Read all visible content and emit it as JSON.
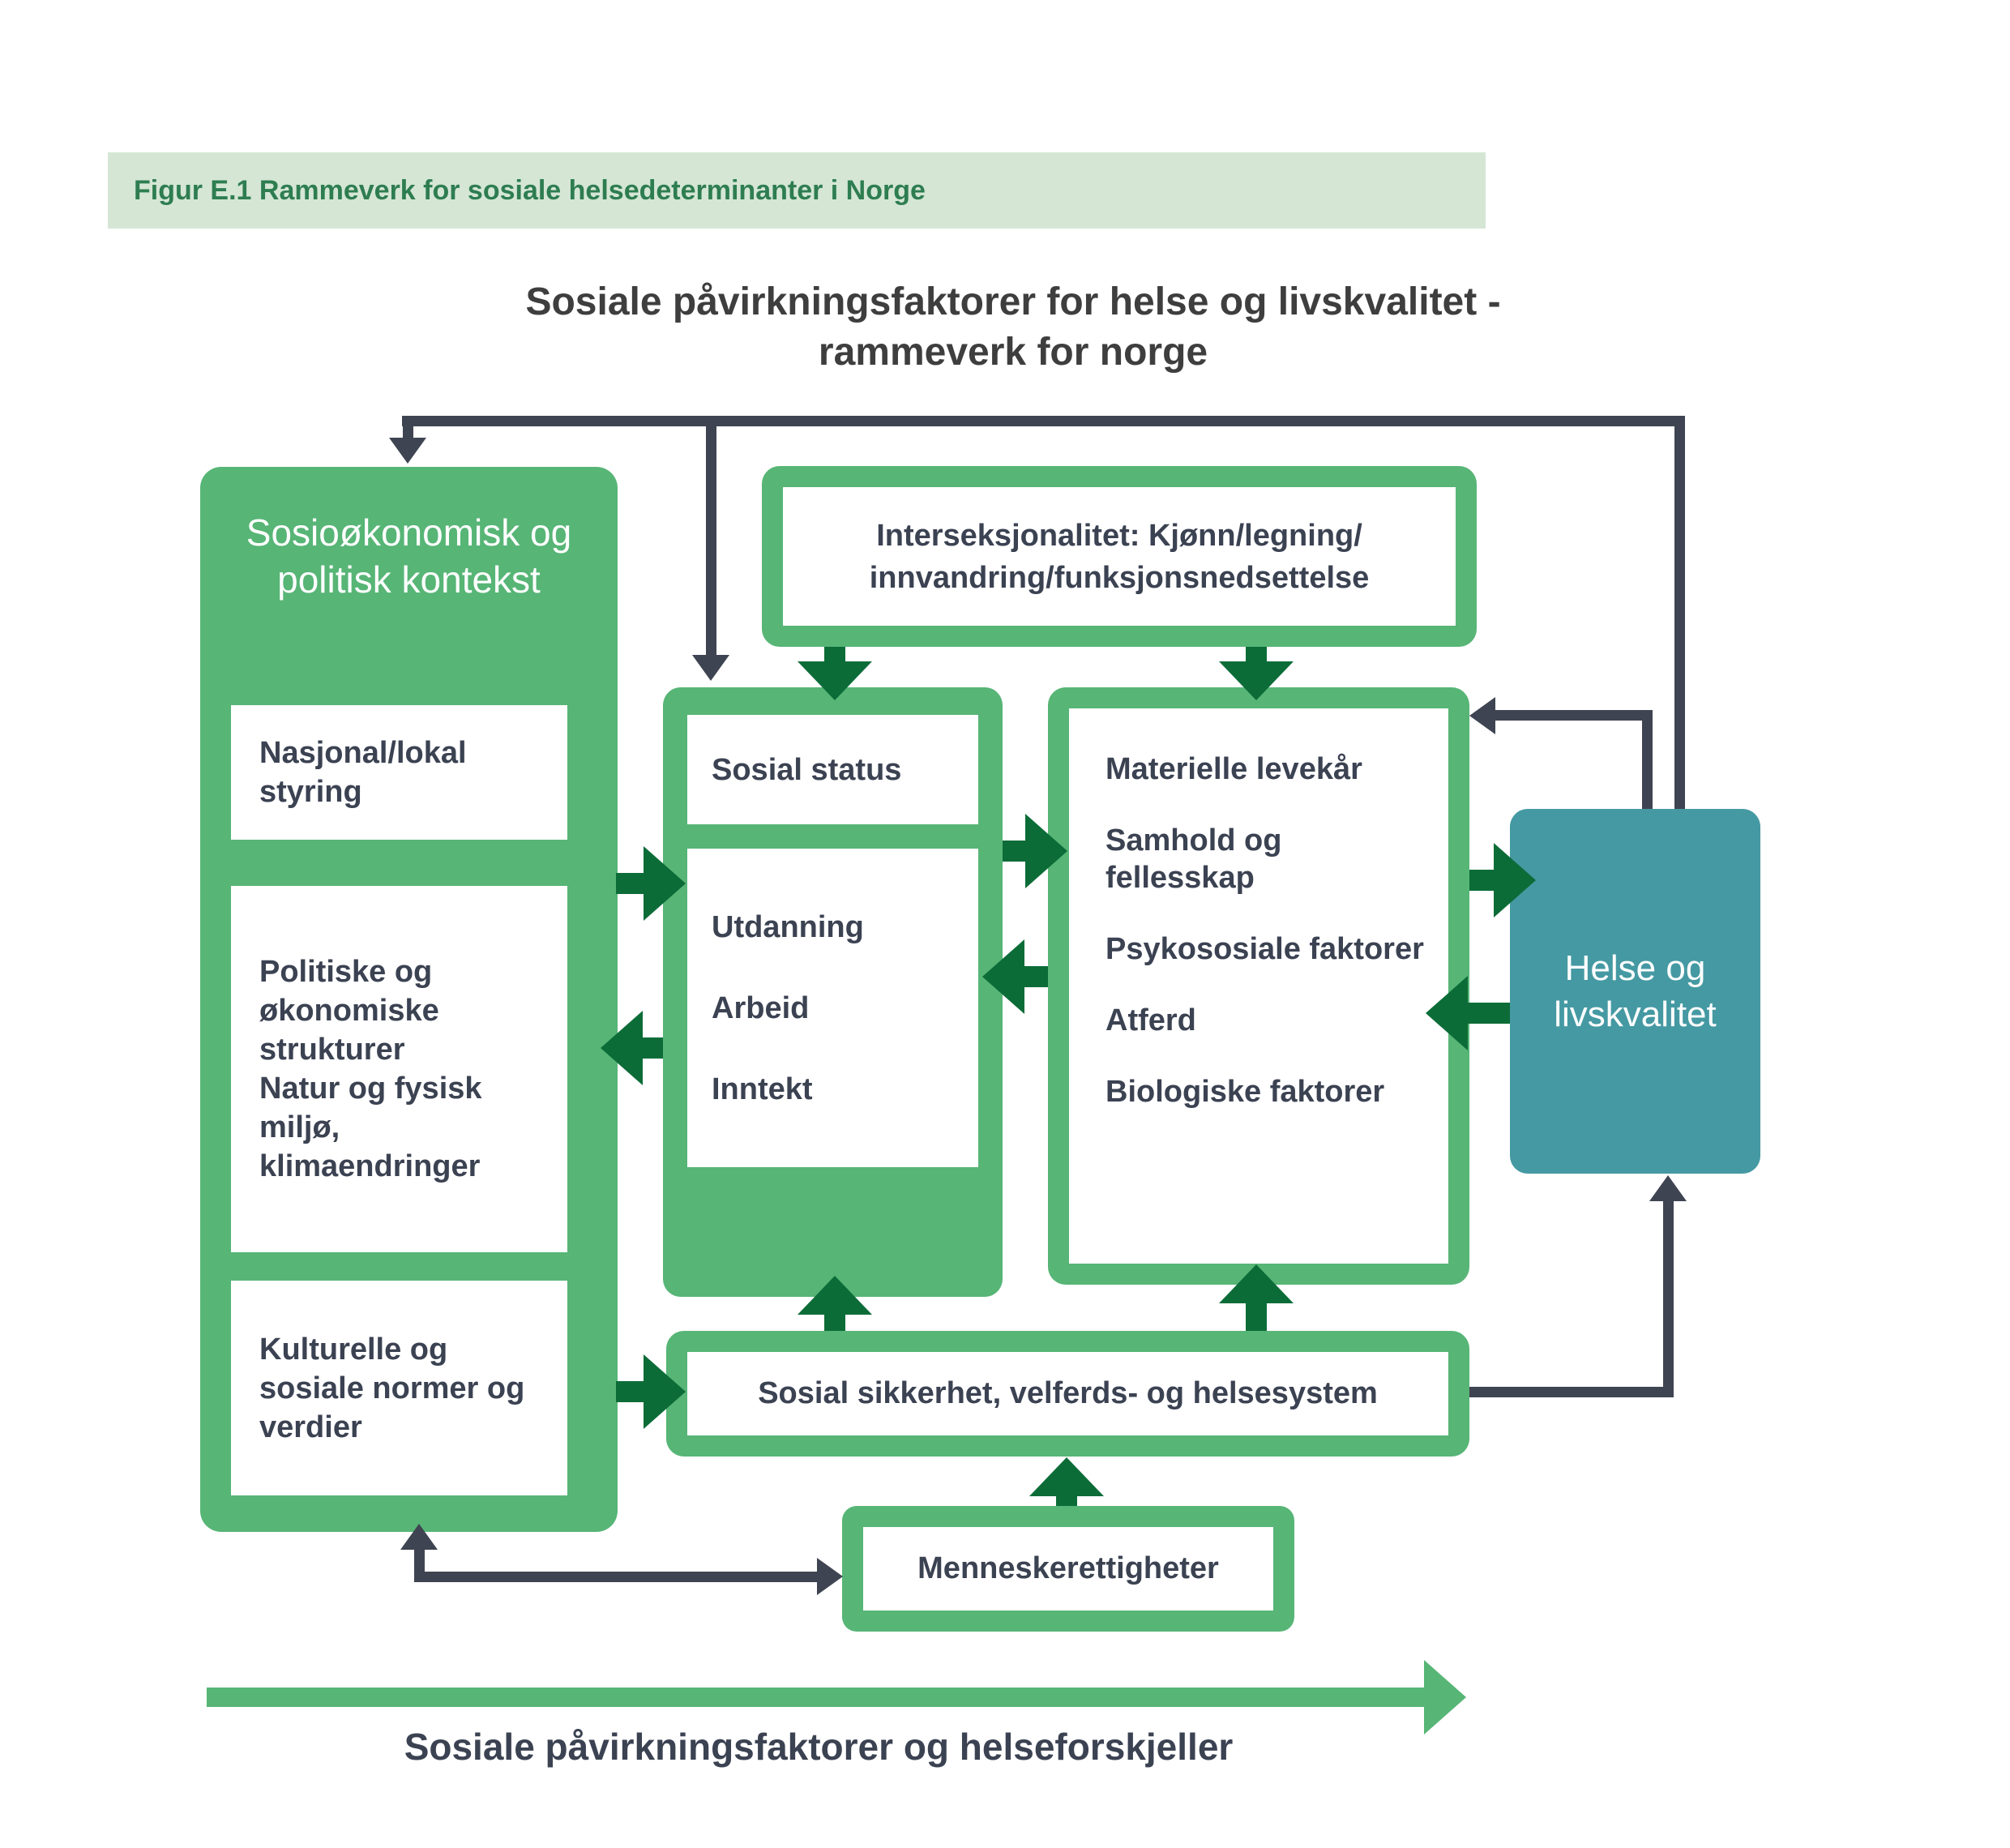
{
  "figure_banner": {
    "caption": "Figur E.1 Rammeverk for sosiale helsedeterminanter i Norge"
  },
  "title": {
    "line1": "Sosiale påvirkningsfaktorer for helse og livskvalitet -",
    "line2": "rammeverk for norge"
  },
  "colors": {
    "green": "#57B576",
    "dark-green": "#0C6C38",
    "navy": "#3F4452",
    "teal": "#4599A3",
    "banner-bg": "#D5E6D5",
    "banner-text": "#2E7D51",
    "text-dark": "#3B4252",
    "title-gray": "#3E3E3E"
  },
  "context_box": {
    "title": "Sosioøkonomisk og politisk kontekst",
    "items": [
      "Nasjonal/lokal styring",
      "Politiske og økonomiske strukturer",
      "Natur og fysisk miljø, klimaendringer",
      "Kulturelle og sosiale normer og verdier"
    ]
  },
  "intersectionality_box": {
    "line1": "Interseksjonalitet: Kjønn/legning/",
    "line2": "innvandring/funksjonsnedsettelse"
  },
  "social_position_box": {
    "status": "Sosial status",
    "items": [
      "Utdanning",
      "Arbeid",
      "Inntekt"
    ]
  },
  "factors_box": {
    "items": [
      "Materielle levekår",
      "Samhold og fellesskap",
      "Psykososiale faktorer",
      "Atferd",
      "Biologiske faktorer"
    ]
  },
  "health_box": {
    "label": "Helse og livskvalitet"
  },
  "welfare_box": {
    "label": "Sosial sikkerhet, velferds- og helsesystem"
  },
  "rights_box": {
    "label": "Menneskerettigheter"
  },
  "bottom_arrow": {
    "label": "Sosiale påvirkningsfaktorer og helseforskjeller"
  }
}
